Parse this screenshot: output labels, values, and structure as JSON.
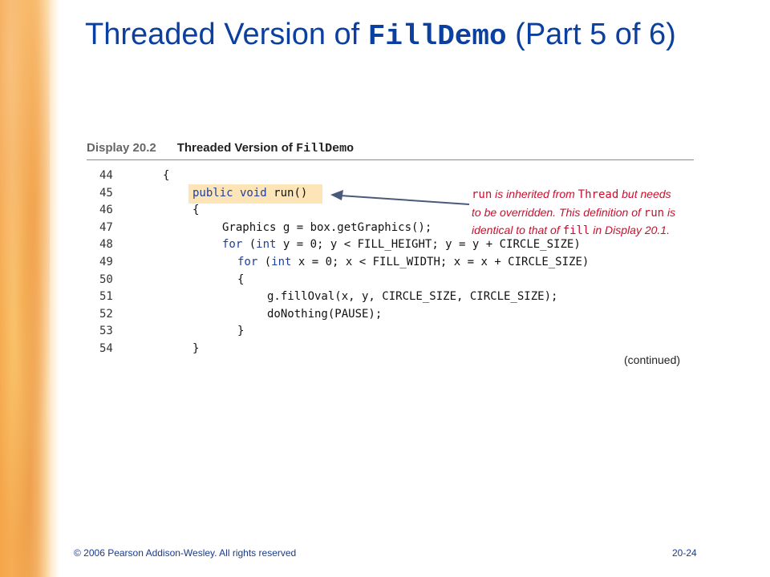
{
  "slide": {
    "title_prefix": "Threaded Version of ",
    "title_code": "FillDemo",
    "title_suffix": " (Part 5 of 6)"
  },
  "display": {
    "label": "Display 20.2",
    "title_prefix": "Threaded Version of ",
    "title_code": "FillDemo"
  },
  "code": [
    {
      "num": "44",
      "indent": 0,
      "parts": [
        {
          "t": "{"
        }
      ]
    },
    {
      "num": "45",
      "indent": 1,
      "parts": [
        {
          "t": "public void ",
          "kw": true
        },
        {
          "t": "run()"
        }
      ]
    },
    {
      "num": "46",
      "indent": 1,
      "parts": [
        {
          "t": "{"
        }
      ]
    },
    {
      "num": "47",
      "indent": 2,
      "parts": [
        {
          "t": "Graphics g = box.getGraphics();"
        }
      ]
    },
    {
      "num": "48",
      "indent": 2,
      "parts": [
        {
          "t": "for ",
          "kw": true
        },
        {
          "t": "("
        },
        {
          "t": "int",
          "kw": true
        },
        {
          "t": " y = 0; y < FILL_HEIGHT; y = y + CIRCLE_SIZE)"
        }
      ]
    },
    {
      "num": "49",
      "indent": 3,
      "parts": [
        {
          "t": "for ",
          "kw": true
        },
        {
          "t": "("
        },
        {
          "t": "int",
          "kw": true
        },
        {
          "t": " x = 0; x < FILL_WIDTH; x = x + CIRCLE_SIZE)"
        }
      ]
    },
    {
      "num": "50",
      "indent": 3,
      "parts": [
        {
          "t": "{"
        }
      ]
    },
    {
      "num": "51",
      "indent": 4,
      "parts": [
        {
          "t": "g.fillOval(x, y, CIRCLE_SIZE, CIRCLE_SIZE);"
        }
      ]
    },
    {
      "num": "52",
      "indent": 4,
      "parts": [
        {
          "t": "doNothing(PAUSE);"
        }
      ]
    },
    {
      "num": "53",
      "indent": 3,
      "parts": [
        {
          "t": "}"
        }
      ]
    },
    {
      "num": "54",
      "indent": 1,
      "parts": [
        {
          "t": "}"
        }
      ]
    }
  ],
  "annotation": {
    "line1_code1": "run",
    "line1_text1": " is inherited from ",
    "line1_code2": "Thread",
    "line1_text2": " but needs",
    "line2_text1": "to be overridden. This definition of ",
    "line2_code1": "run",
    "line2_text2": " is",
    "line3_text1": "identical to that of ",
    "line3_code1": "fill",
    "line3_text2": " in Display 20.1."
  },
  "continued": "(continued)",
  "footer": {
    "copyright": "© 2006 Pearson Addison-Wesley. All rights reserved",
    "page": "20-24"
  },
  "colors": {
    "title": "#0b3fa0",
    "annotation": "#c8102e",
    "highlight": "#fde5b8",
    "sidebar": "#f7b35c"
  }
}
